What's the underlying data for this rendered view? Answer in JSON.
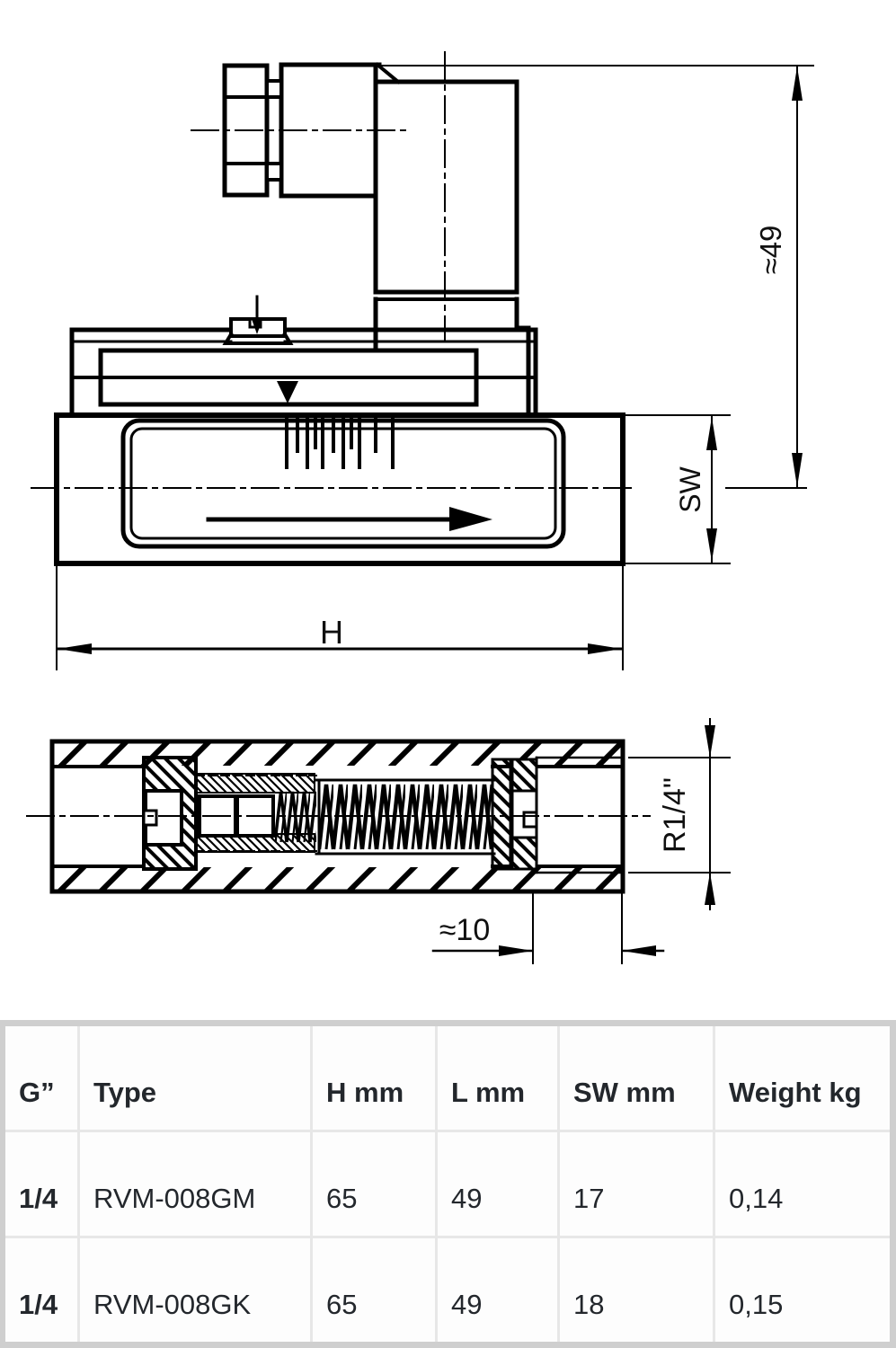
{
  "drawing": {
    "title": "valve technical drawing",
    "line_color": "#000000",
    "dimensions": {
      "total_height": "≈49",
      "wrench_size": "SW",
      "body_length": "H",
      "thread": "R1/4\"",
      "thread_depth": "≈10"
    }
  },
  "table": {
    "headers": [
      "G”",
      "Type",
      "H mm",
      "L mm",
      "SW mm",
      "Weight kg"
    ],
    "rows": [
      [
        "1/4",
        "RVM-008GM",
        "65",
        "49",
        "17",
        "0,14"
      ],
      [
        "1/4",
        "RVM-008GK",
        "65",
        "49",
        "18",
        "0,15"
      ]
    ]
  }
}
